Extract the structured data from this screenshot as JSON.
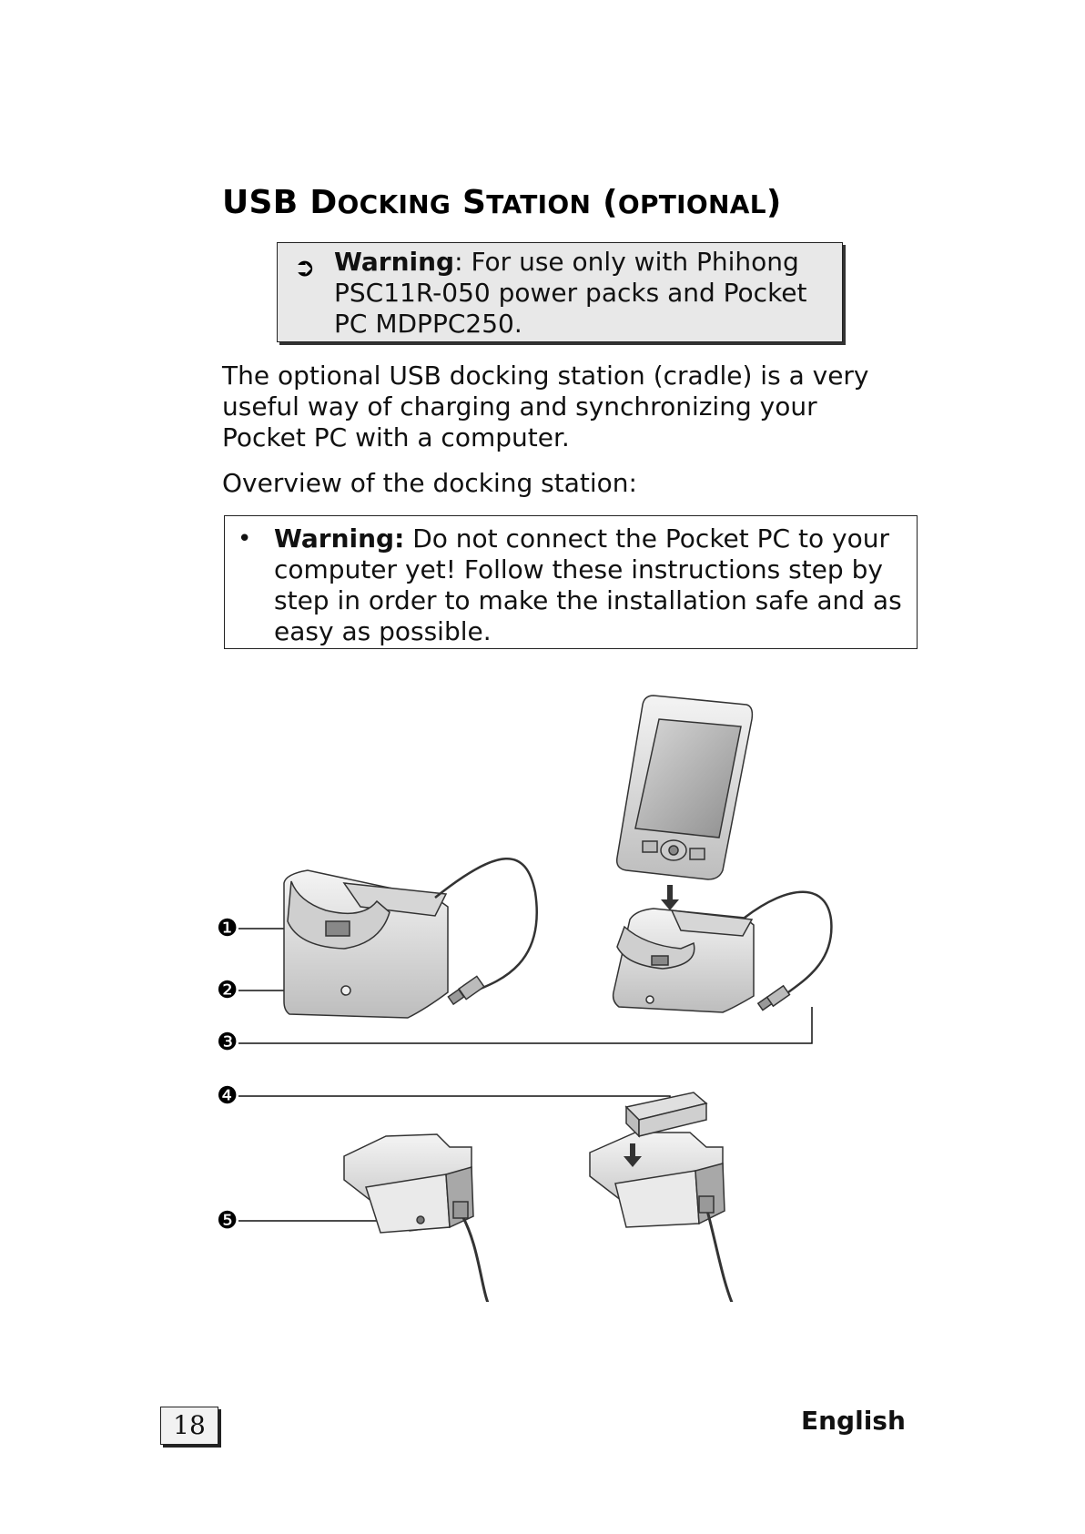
{
  "heading": {
    "part1_cap": "USB D",
    "part1_sc": "OCKING",
    "part2_cap": " S",
    "part2_sc": "TATION",
    "part3_cap": " (",
    "part3_sc": "OPTIONAL",
    "part4_cap": ")"
  },
  "note": {
    "bold": "Warning",
    "text": ": For use only with Phihong PSC11R-050 power packs and Pocket PC MDPPC250."
  },
  "intro": "The optional USB docking station (cradle) is a very useful way of charging and synchronizing your Pocket PC with a computer.",
  "overview": "Overview of the docking station:",
  "warning": {
    "bold": "Warning:",
    "text": " Do not connect the Pocket PC to your computer yet! Follow these instructions step by step in order to make the installation safe and as easy as possible."
  },
  "callouts": [
    "❶",
    "❷",
    "❸",
    "❹",
    "❺"
  ],
  "footer": {
    "page_number": "18",
    "language": "English"
  }
}
